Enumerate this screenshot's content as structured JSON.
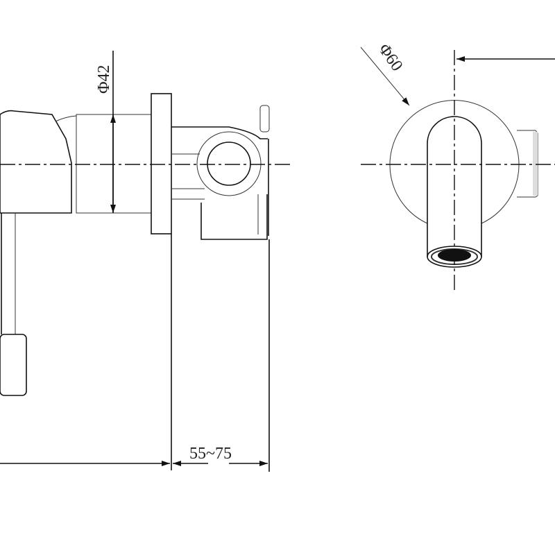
{
  "drawing": {
    "side_view": {
      "diameter_label": "Φ42",
      "depth_range_label": "55~75"
    },
    "front_view": {
      "diameter_label": "Φ60"
    },
    "colors": {
      "line": "#111111",
      "background": "#ffffff"
    }
  }
}
